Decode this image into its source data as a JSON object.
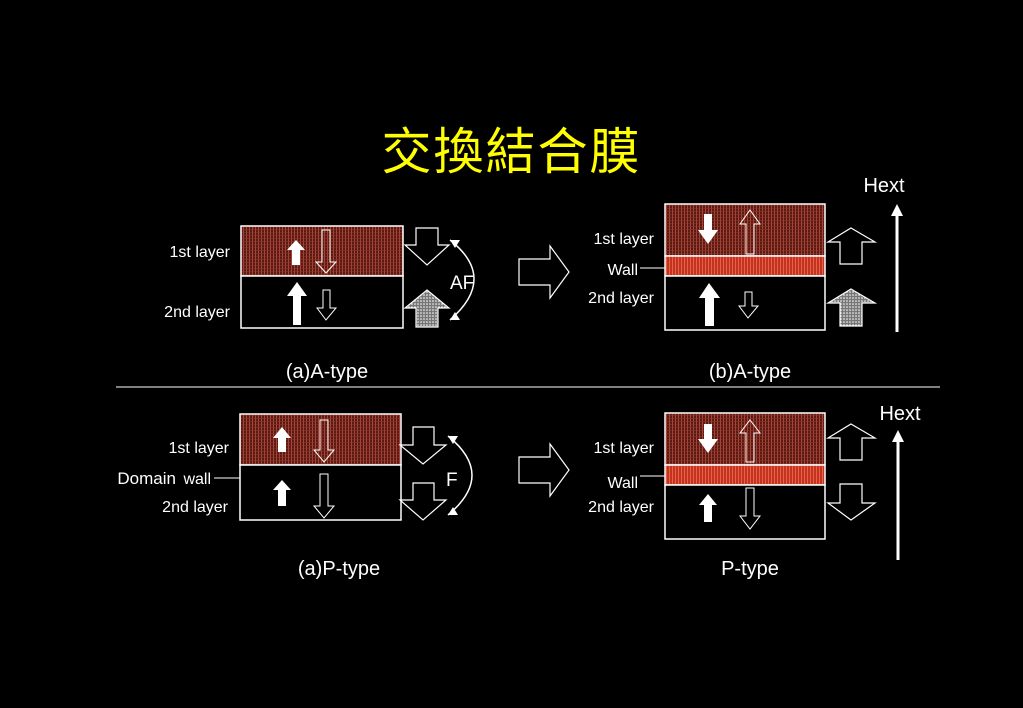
{
  "title": "交換結合膜",
  "labels": {
    "layer1": "1st layer",
    "layer2": "2nd layer",
    "wall": "Wall",
    "domain": "Domain",
    "domain_wall": "wall",
    "af": "AF",
    "f": "F",
    "hext": "Hext"
  },
  "captions": {
    "a_atype": "(a)A-type",
    "b_atype": "(b)A-type",
    "a_ptype": "(a)P-type",
    "ptype": "P-type"
  },
  "colors": {
    "background": "#000000",
    "title": "#ffff00",
    "layer_fill": "#7a2a1e",
    "wall_fill": "#d8402a",
    "line": "#ffffff"
  }
}
